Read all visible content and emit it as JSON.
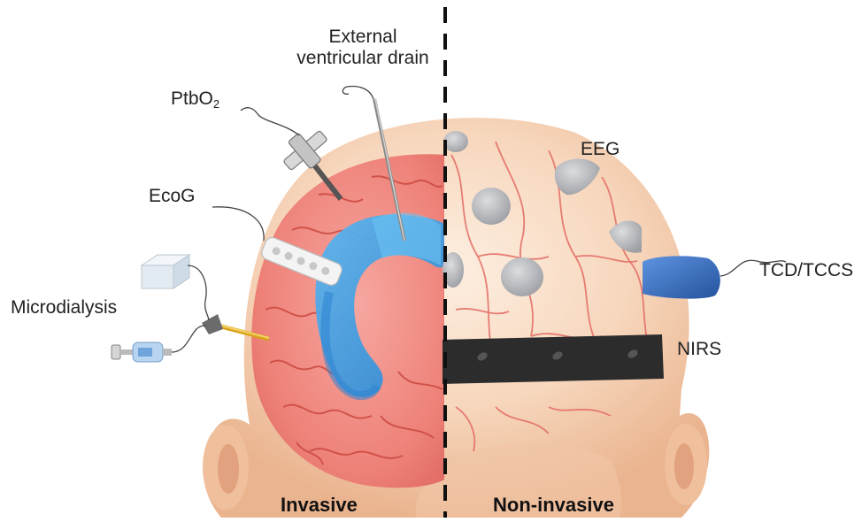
{
  "labels": {
    "external_ventricular_drain": [
      "External",
      "ventricular drain"
    ],
    "ptbo2": {
      "base": "PtbO",
      "sub": "2"
    },
    "ecog": "EcoG",
    "microdialysis": "Microdialysis",
    "eeg": "EEG",
    "tcd_tccs": "TCD/TCCS",
    "nirs": "NIRS"
  },
  "sides": {
    "left": "Invasive",
    "right": "Non-invasive"
  },
  "colors": {
    "skin": "#f6d2b4",
    "skin_shadow": "#e9b38f",
    "brain": "#ef8a82",
    "brain_vessel": "#d9473d",
    "ventricle": "#3d9ce0",
    "electrode": "#b7b9bd",
    "tcd_probe": "#3a6fc4",
    "nirs_band": "#2c2c2c",
    "divider": "#111111"
  },
  "icons": [
    "syringe-icon",
    "vial-icon",
    "probe-icon",
    "electrode-strip-icon"
  ]
}
